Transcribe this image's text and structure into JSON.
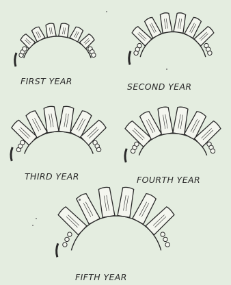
{
  "figure": {
    "panels": [
      {
        "caption": "FIRST YEAR"
      },
      {
        "caption": "SECOND YEAR"
      },
      {
        "caption": "THIRD YEAR"
      },
      {
        "caption": "FOURTH YEAR"
      },
      {
        "caption": "FIFTH YEAR"
      }
    ]
  },
  "colors": {
    "ink": "#2a2a2a",
    "paper": "#e4ede0",
    "tooth": "#f4f6ef"
  }
}
